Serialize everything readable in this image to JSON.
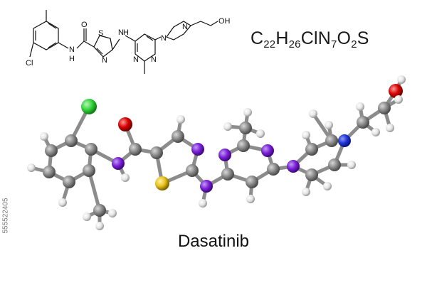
{
  "formula": {
    "symbols": [
      "C",
      "H",
      "Cl",
      "N",
      "O",
      "S"
    ],
    "counts": [
      "22",
      "26",
      "",
      "7",
      "2",
      ""
    ]
  },
  "compound_name": "Dasatinib",
  "image_id": "555522405",
  "structure_labels": {
    "chlorine": "Cl",
    "amide_nh": "N",
    "amide_h": "H",
    "amide_o": "O",
    "thiazole_s": "S",
    "thiazole_n": "N",
    "linker_nh": "N",
    "linker_h": "H",
    "pyrimidine_n": "N",
    "piperazine_n": "N",
    "hydroxyl": "OH"
  },
  "atom_colors": {
    "carbon": "#7a7a7a",
    "hydrogen": "#e8e8e8",
    "nitrogen": "#7b1fd8",
    "oxygen": "#d80000",
    "chlorine": "#33d43a",
    "sulfur": "#e8c21a",
    "piperazine_nitrogen": "#1f35d8"
  }
}
